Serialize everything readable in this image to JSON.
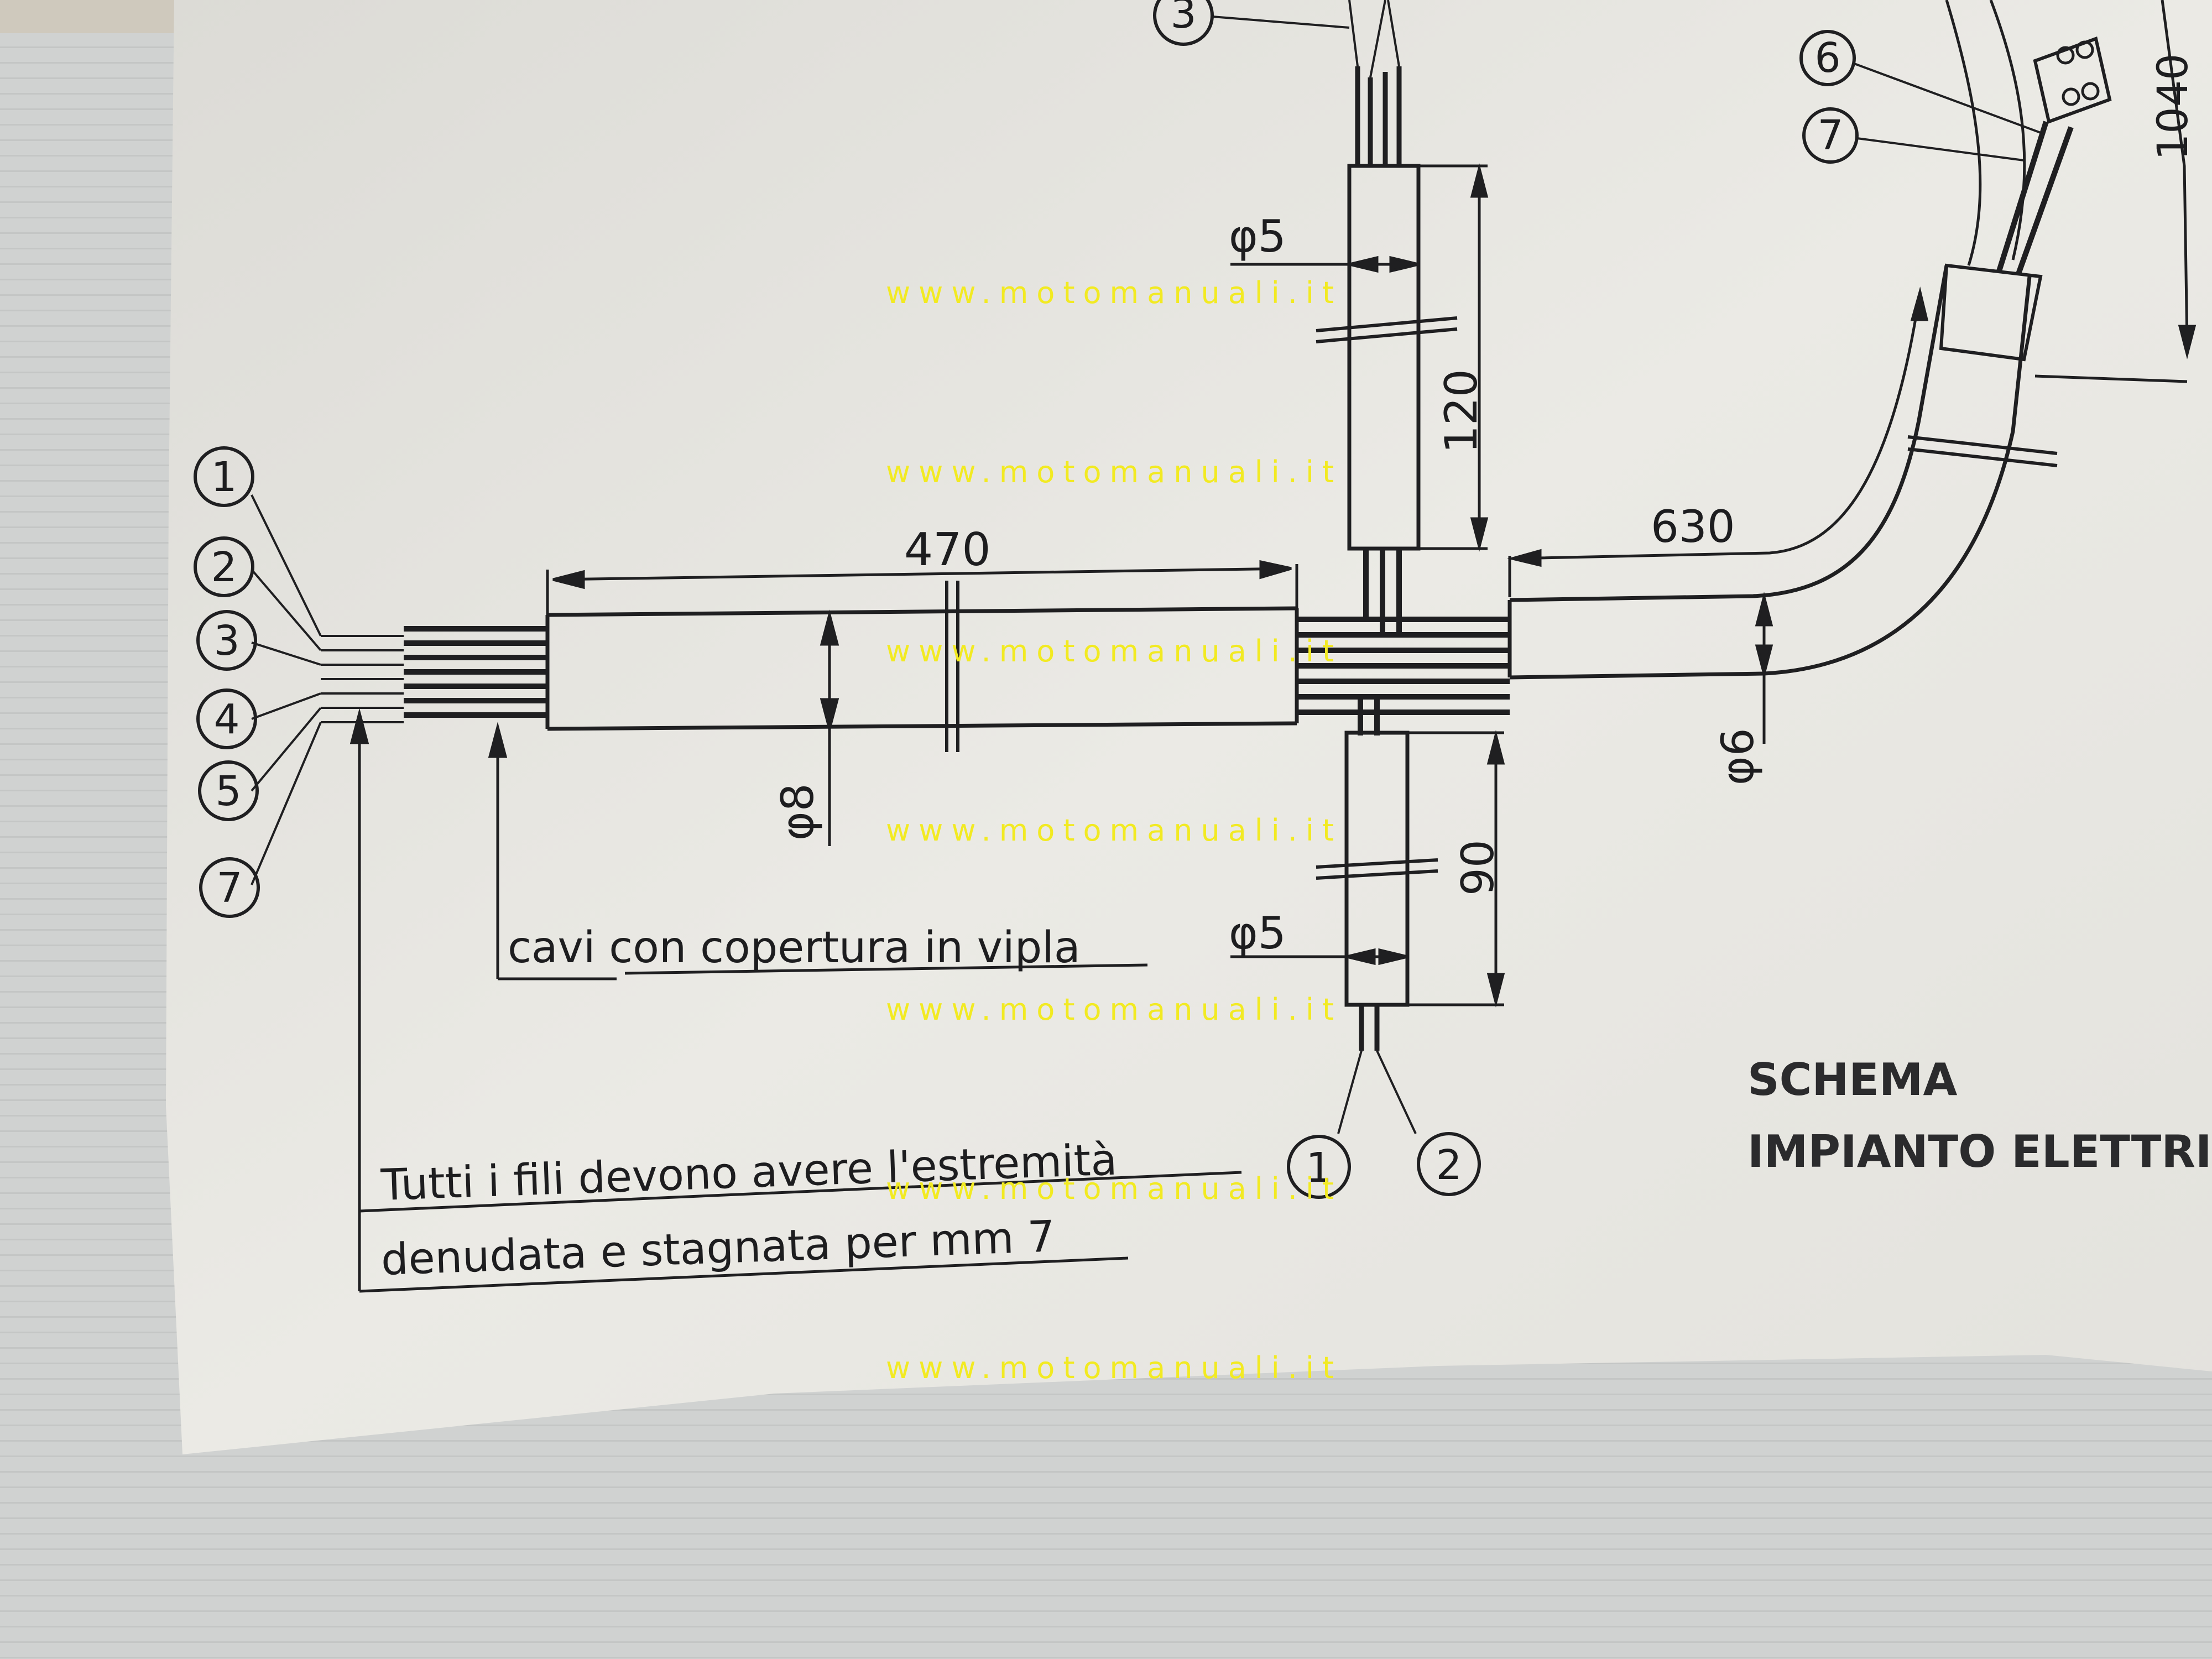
{
  "diagram": {
    "dimensions": {
      "main_length": "470",
      "main_diameter": "φ8",
      "upper_branch_length": "120",
      "upper_branch_diameter": "φ5",
      "lower_branch_length": "90",
      "lower_branch_diameter": "φ5",
      "right_branch_length": "630",
      "right_branch_diameter": "φ6",
      "far_right_length": "1040"
    },
    "left_wire_markers": [
      "1",
      "2",
      "3",
      "4",
      "5",
      "7"
    ],
    "top_wire_marker": "3",
    "lower_wire_markers": [
      "1",
      "2"
    ],
    "top_right_markers": [
      "6",
      "7"
    ],
    "notes": {
      "cable_cover": "cavi con copertura in vipla",
      "wire_ends_line1": "Tutti i fili devono avere l'estremità",
      "wire_ends_line2": "denudata e stagnata per mm 7"
    },
    "title": {
      "line1": "SCHEMA",
      "line2": "IMPIANTO ELETTRIC"
    }
  },
  "watermarks": [
    "www.motomanuali.it",
    "www.motomanuali.it",
    "www.motomanuali.it",
    "www.motomanuali.it",
    "www.motomanuali.it",
    "www.motomanuali.it",
    "www.motomanuali.it"
  ],
  "colors": {
    "paper": "#e7e6e1",
    "ink": "#1f1f21",
    "watermark": "#f2ea22",
    "background": "#d3d5d4"
  }
}
